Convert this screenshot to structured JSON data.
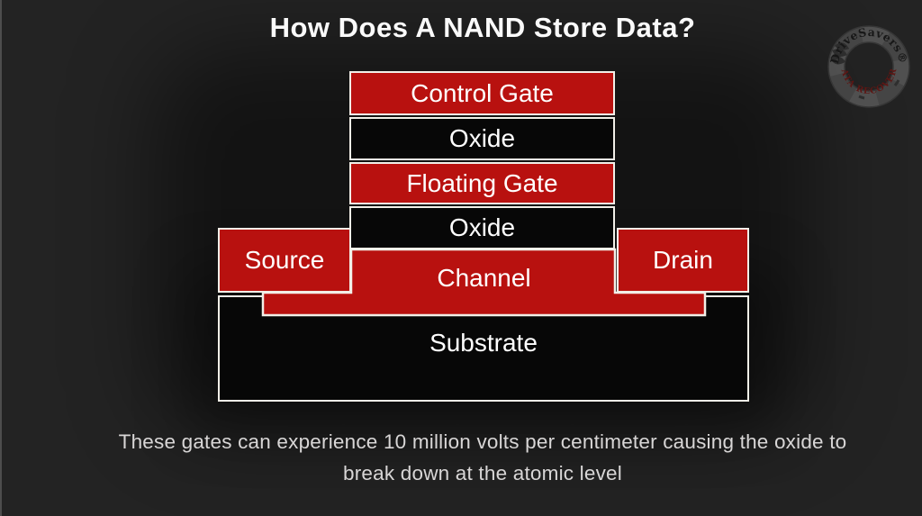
{
  "title": "How Does A NAND Store Data?",
  "diagram": {
    "layers": [
      {
        "id": "control-gate",
        "label": "Control Gate",
        "color": "#b8110f"
      },
      {
        "id": "oxide-top",
        "label": "Oxide",
        "color": "#070707"
      },
      {
        "id": "floating-gate",
        "label": "Floating Gate",
        "color": "#b8110f"
      },
      {
        "id": "oxide-bottom",
        "label": "Oxide",
        "color": "#070707"
      },
      {
        "id": "source",
        "label": "Source",
        "color": "#b8110f"
      },
      {
        "id": "channel",
        "label": "Channel",
        "color": "#b8110f"
      },
      {
        "id": "drain",
        "label": "Drain",
        "color": "#b8110f"
      },
      {
        "id": "substrate",
        "label": "Substrate",
        "color": "#070707"
      }
    ]
  },
  "caption": {
    "line1": "These gates can experience 10 million volts per centimeter causing the oxide to",
    "line2": "break down at the atomic level"
  },
  "logo": {
    "brand": "DriveSavers®",
    "tagline": "DATA RECOVERY"
  },
  "colors": {
    "background": "#232323",
    "red": "#b8110f",
    "black": "#070707",
    "border": "#f2efe8",
    "title_text": "#fafafa",
    "caption_text": "#d8d6d6",
    "logo_ring": "#4f4f4f",
    "logo_brand_text": "#161616",
    "logo_tagline_text": "#6e1411"
  }
}
